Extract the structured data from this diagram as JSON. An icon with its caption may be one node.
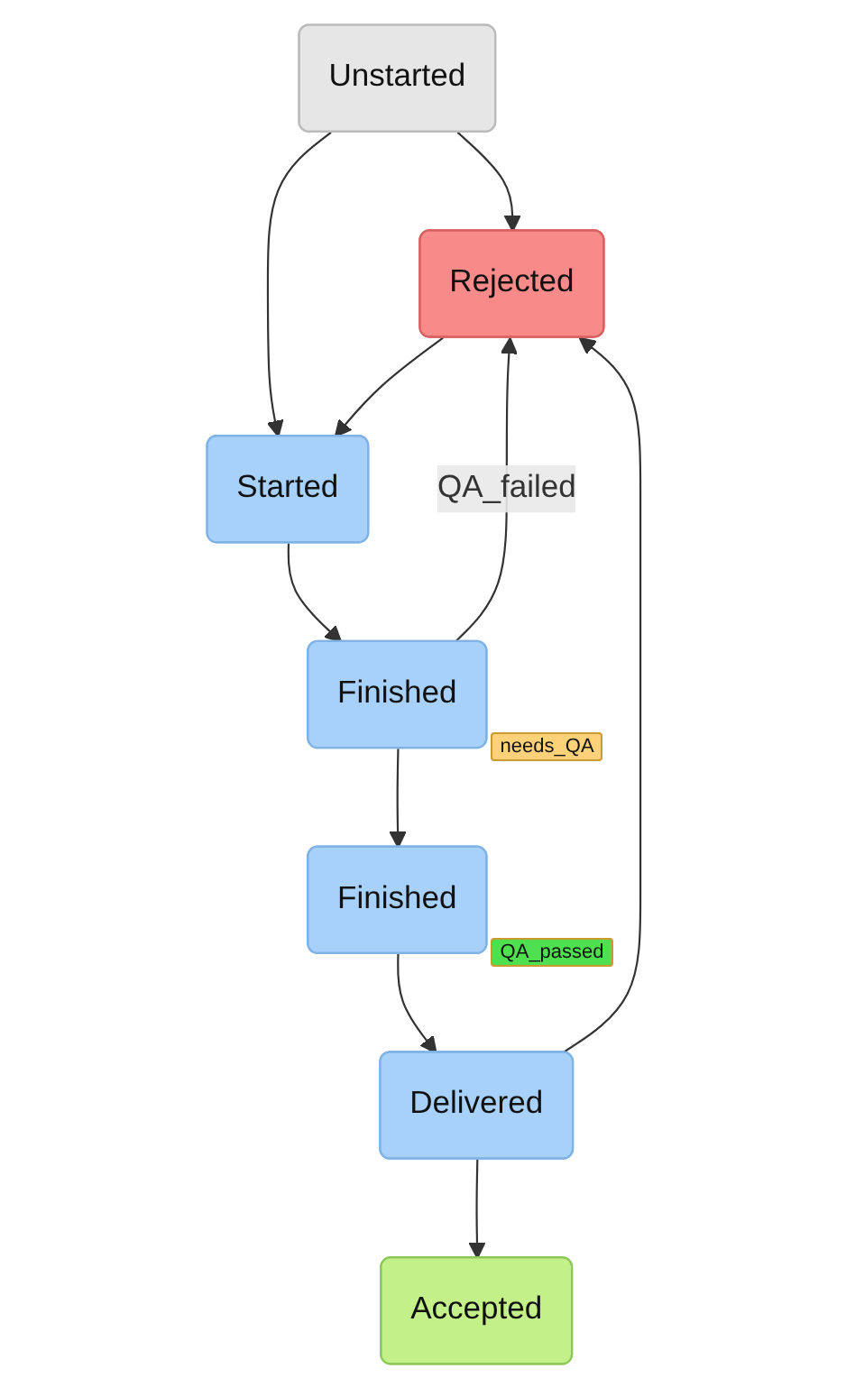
{
  "diagram": {
    "nodes": [
      {
        "text": [
          "Rejected"
        ]
      },
      {
        "text": [
          "Unstarted"
        ]
      },
      {
        "text": [
          "Started"
        ]
      },
      {
        "text": [
          "Finished"
        ],
        "beside": [
          "needs_QA"
        ]
      },
      {
        "text": [
          "Finished"
        ],
        "beside": [
          "QA_passed"
        ]
      },
      {
        "text": [
          "Delivered"
        ]
      },
      {
        "text": [
          "Accepted"
        ]
      }
    ],
    "edges": [
      {
        "from": 1,
        "to": 0,
        "arrow": "to"
      },
      {
        "from": 1,
        "to": 2,
        "arrow": "to"
      },
      {
        "from": 0,
        "to": 2,
        "arrow": "to"
      },
      {
        "from": 2,
        "to": 3,
        "arrow": "to"
      },
      {
        "from": 3,
        "to": 0,
        "arrow": "to",
        "label": "QA_failed"
      },
      {
        "from": 3,
        "to": 4,
        "arrow": "to"
      },
      {
        "from": 4,
        "to": 5,
        "arrow": "to"
      },
      {
        "from": 5,
        "to": 0,
        "arrow": "to"
      },
      {
        "from": 5,
        "to": 6,
        "arrow": "to"
      }
    ]
  }
}
